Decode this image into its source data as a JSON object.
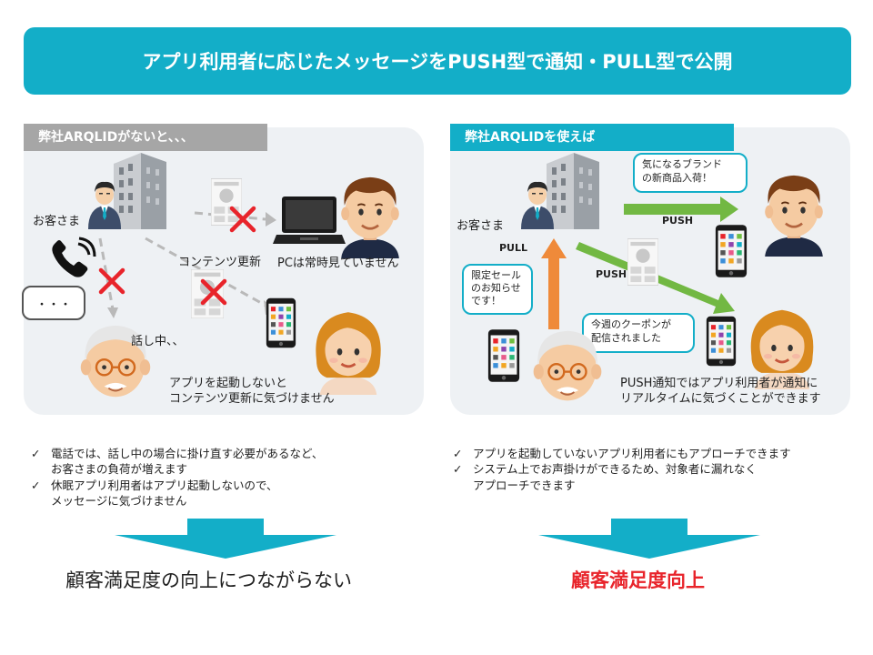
{
  "header": {
    "title": "アプリ利用者に応じたメッセージをPUSH型で通知・PULL型で公開"
  },
  "left_panel": {
    "label": "弊社ARQLIDがないと、、、",
    "customer_label": "お客さま",
    "speech_text": "・・・",
    "busy_label": "話し中、、",
    "content_update_label": "コンテンツ更新",
    "pc_label": "PCは常時見ていません",
    "app_note_line1": "アプリを起動しないと",
    "app_note_line2": "コンテンツ更新に気づけません"
  },
  "right_panel": {
    "label": "弊社ARQLIDを使えば",
    "customer_label": "お客さま",
    "push_label_top": "PUSH",
    "push_label_mid": "PUSH",
    "pull_label": "PULL",
    "bubble_brand_line1": "気になるブランド",
    "bubble_brand_line2": "の新商品入荷！",
    "bubble_sale_line1": "限定セール",
    "bubble_sale_line2": "のお知らせ",
    "bubble_sale_line3": "です！",
    "bubble_coupon_line1": "今週のクーポンが",
    "bubble_coupon_line2": "配信されました",
    "push_note_line1": "PUSH通知ではアプリ利用者が通知に",
    "push_note_line2": "リアルタイムに気づくことができます"
  },
  "left_checks": [
    {
      "mark": "✓",
      "line1": "電話では、話し中の場合に掛け直す必要があるなど、",
      "line2": "お客さまの負荷が増えます"
    },
    {
      "mark": "✓",
      "line1": "休眠アプリ利用者はアプリ起動しないので、",
      "line2": "メッセージに気づけません"
    }
  ],
  "right_checks": [
    {
      "mark": "✓",
      "line1": "アプリを起動していないアプリ利用者にもアプローチできます",
      "line2": ""
    },
    {
      "mark": "✓",
      "line1": "システム上でお声掛けができるため、対象者に漏れなく",
      "line2": "アプローチできます"
    }
  ],
  "results": {
    "left": "顧客満足度の向上につながらない",
    "right": "顧客満足度向上"
  },
  "colors": {
    "accent": "#13aec8",
    "left_label_bg": "#a6a6a6",
    "cross": "#e8242b",
    "push_arrow": "#72b843",
    "pull_arrow": "#ef8a3a",
    "result_right": "#e8242b"
  }
}
